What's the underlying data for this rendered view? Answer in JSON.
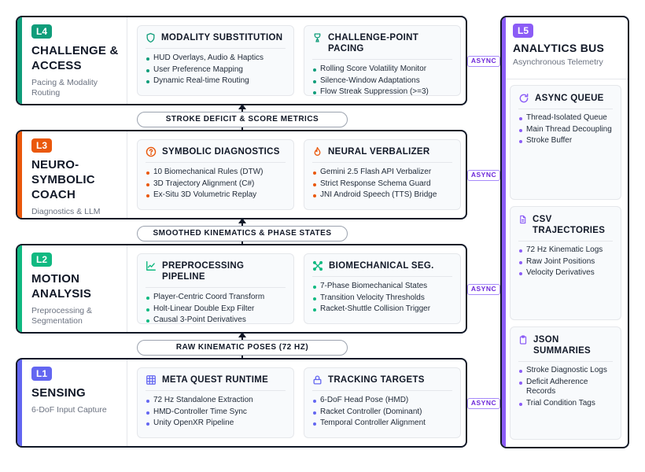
{
  "colors": {
    "l4": "#0f9d7a",
    "l3": "#ea580c",
    "l2": "#10b981",
    "l1": "#6366f1",
    "l5": "#8b5cf6",
    "border": "#111827"
  },
  "layers": [
    {
      "badge": "L4",
      "title": "Challenge & Access",
      "subtitle": "Pacing & Modality Routing",
      "cards": [
        {
          "icon": "shield-icon",
          "title": "Modality Substitution",
          "items": [
            "HUD Overlays, Audio & Haptics",
            "User Preference Mapping",
            "Dynamic Real-time Routing"
          ]
        },
        {
          "icon": "trophy-icon",
          "title": "Challenge-Point Pacing",
          "items": [
            "Rolling Score Volatility Monitor",
            "Silence-Window Adaptations",
            "Flow Streak Suppression (>=3)"
          ]
        }
      ]
    },
    {
      "badge": "L3",
      "title": "Neuro-Symbolic Coach",
      "subtitle": "Diagnostics & LLM Cues",
      "cards": [
        {
          "icon": "help-circle-icon",
          "title": "Symbolic Diagnostics",
          "items": [
            "10 Biomechanical Rules (DTW)",
            "3D Trajectory Alignment (C#)",
            "Ex-Situ 3D Volumetric Replay"
          ]
        },
        {
          "icon": "flame-icon",
          "title": "Neural Verbalizer",
          "items": [
            "Gemini 2.5 Flash API Verbalizer",
            "Strict Response Schema Guard",
            "JNI Android Speech (TTS) Bridge"
          ]
        }
      ]
    },
    {
      "badge": "L2",
      "title": "Motion Analysis",
      "subtitle": "Preprocessing & Segmentation",
      "cards": [
        {
          "icon": "line-chart-icon",
          "title": "Preprocessing Pipeline",
          "items": [
            "Player-Centric Coord Transform",
            "Holt-Linear Double Exp Filter",
            "Causal 3-Point Derivatives"
          ]
        },
        {
          "icon": "network-icon",
          "title": "Biomechanical Seg.",
          "items": [
            "7-Phase Biomechanical States",
            "Transition Velocity Thresholds",
            "Racket-Shuttle Collision Trigger"
          ]
        }
      ]
    },
    {
      "badge": "L1",
      "title": "Sensing",
      "subtitle": "6-DoF Input Capture",
      "cards": [
        {
          "icon": "grid-icon",
          "title": "Meta Quest Runtime",
          "items": [
            "72 Hz Standalone Extraction",
            "HMD-Controller Time Sync",
            "Unity OpenXR Pipeline"
          ]
        },
        {
          "icon": "lock-icon",
          "title": "Tracking Targets",
          "items": [
            "6-DoF Head Pose (HMD)",
            "Racket Controller (Dominant)",
            "Temporal Controller Alignment"
          ]
        }
      ]
    }
  ],
  "connectors": [
    "Stroke Deficit & Score Metrics",
    "Smoothed Kinematics & Phase States",
    "Raw Kinematic Poses (72 Hz)"
  ],
  "async_label": "ASYNC",
  "bus": {
    "badge": "L5",
    "title": "Analytics Bus",
    "subtitle": "Asynchronous Telemetry",
    "cards": [
      {
        "icon": "refresh-icon",
        "title": "Async Queue",
        "items": [
          "Thread-Isolated Queue",
          "Main Thread Decoupling",
          "Stroke Buffer"
        ]
      },
      {
        "icon": "file-icon",
        "title": "CSV Trajectories",
        "items": [
          "72 Hz Kinematic Logs",
          "Raw Joint Positions",
          "Velocity Derivatives"
        ]
      },
      {
        "icon": "clipboard-icon",
        "title": "JSON Summaries",
        "items": [
          "Stroke Diagnostic Logs",
          "Deficit Adherence Records",
          "Trial Condition Tags"
        ]
      }
    ]
  }
}
